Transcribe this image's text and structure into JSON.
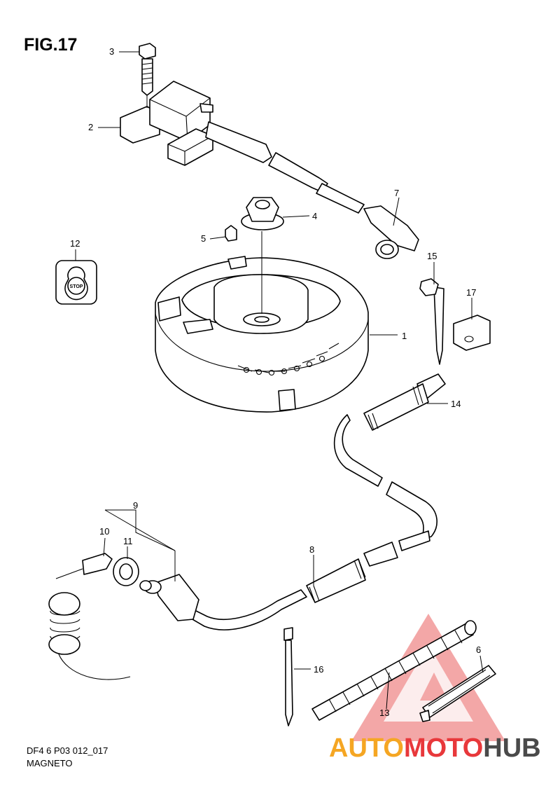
{
  "figure": {
    "title": "FIG.17"
  },
  "footer": {
    "code": "DF4 6 P03 012_017",
    "name": "MAGNETO"
  },
  "button_text": "STOP",
  "callouts": [
    "1",
    "2",
    "3",
    "4",
    "5",
    "6",
    "7",
    "8",
    "9",
    "10",
    "11",
    "12",
    "13",
    "14",
    "15",
    "16",
    "17"
  ],
  "watermark": {
    "text_a": "AUTO",
    "text_b": "MOTO",
    "text_c": "HUB",
    "colors": {
      "red": "#e8383b",
      "orange": "#f5a623",
      "gray": "#4a4a4a"
    }
  }
}
